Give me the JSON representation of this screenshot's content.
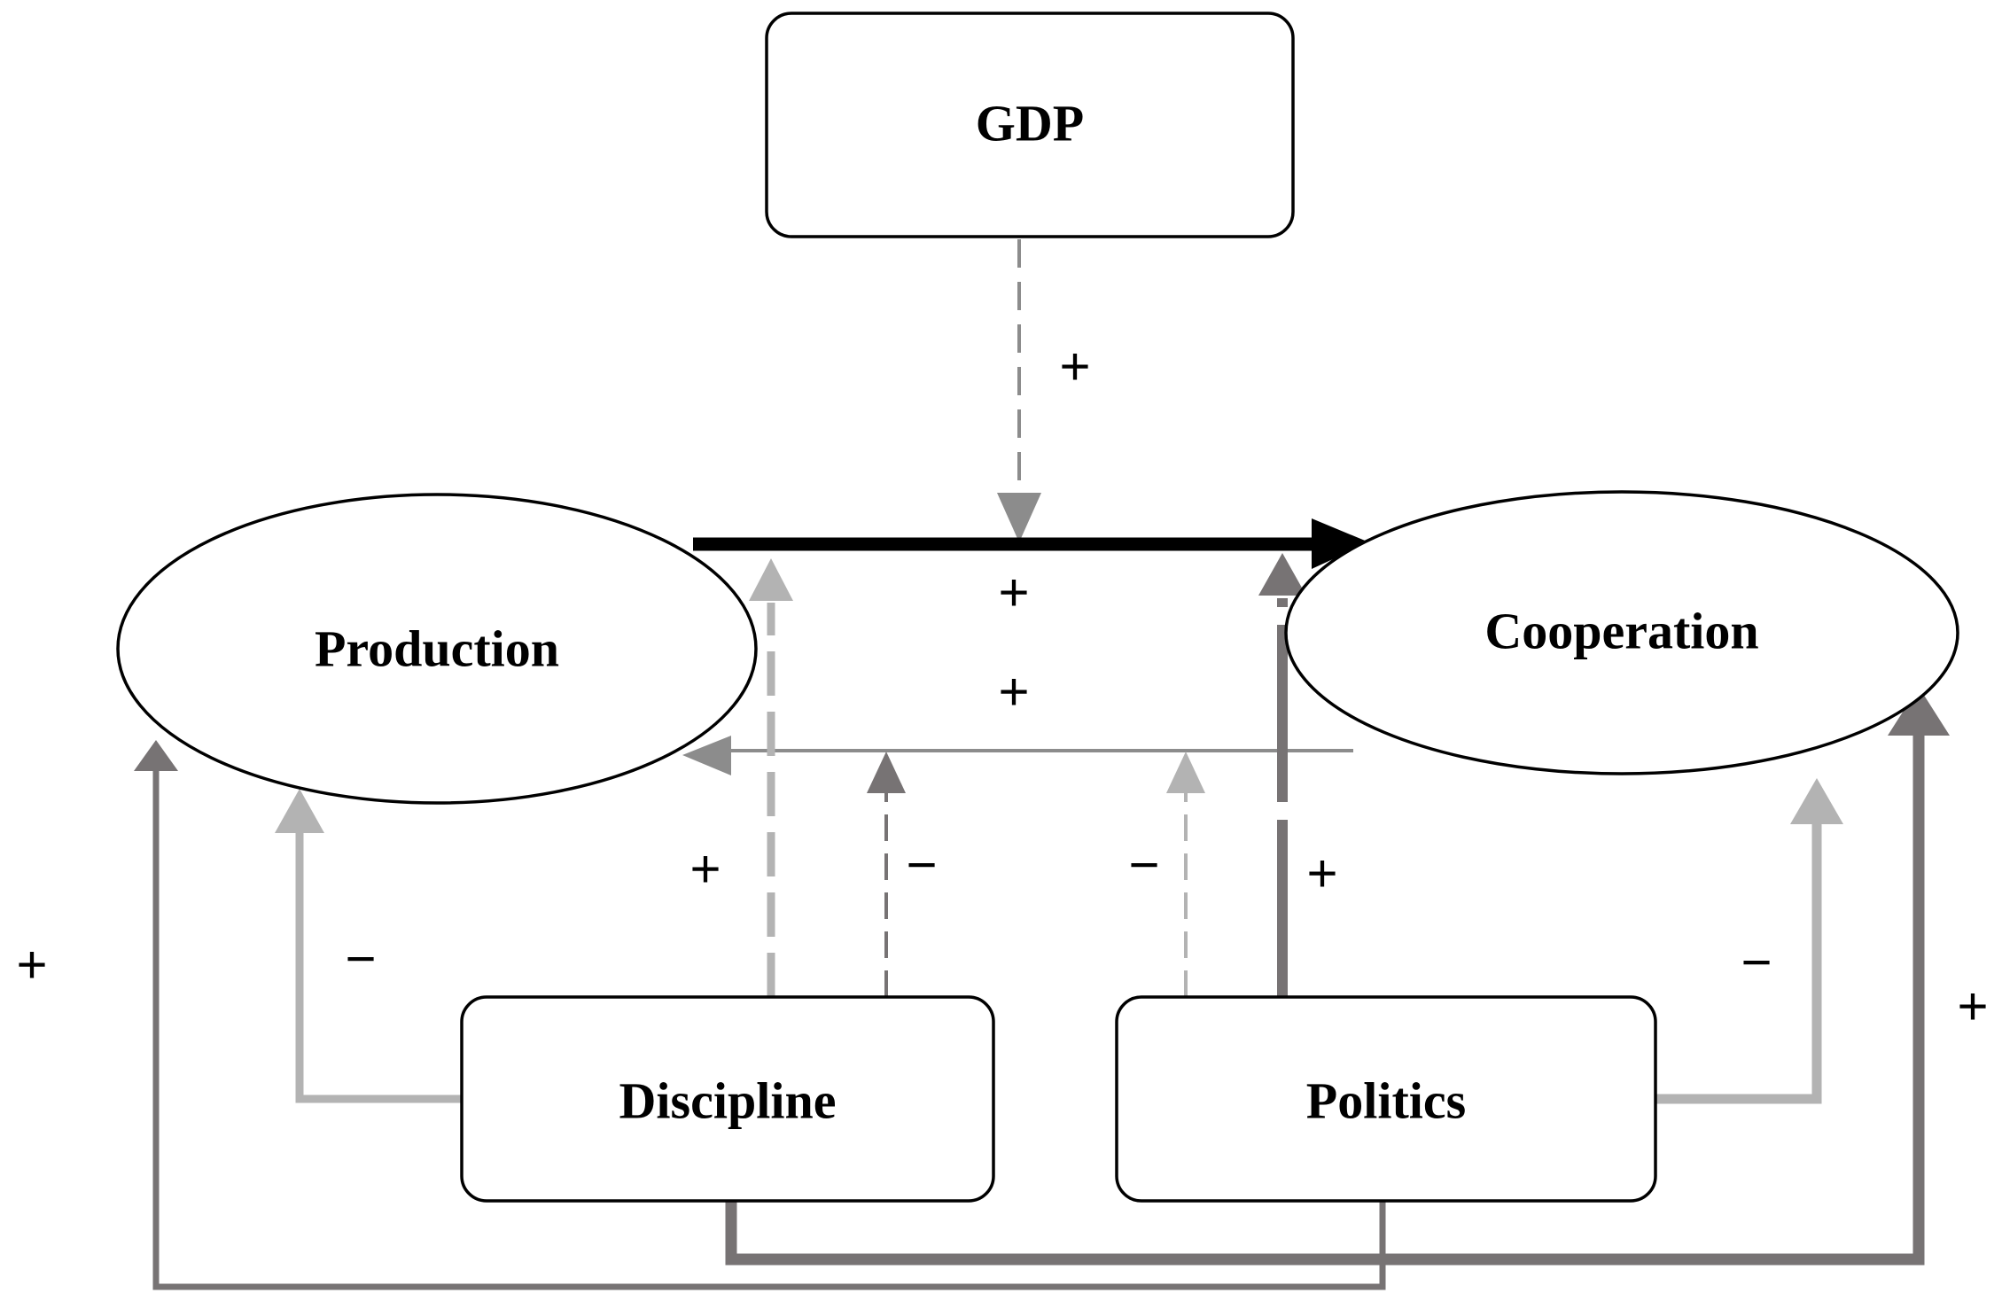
{
  "nodes": {
    "gdp": "GDP",
    "production": "Production",
    "cooperation": "Cooperation",
    "discipline": "Discipline",
    "politics": "Politics"
  },
  "signs": {
    "gdp_moderation": "+",
    "main_upper": "+",
    "main_lower": "+",
    "discipline_mod_plus": "+",
    "discipline_mod_minus": "−",
    "politics_mod_minus": "−",
    "politics_mod_plus": "+",
    "discipline_to_production": "−",
    "discipline_to_cooperation": "+",
    "politics_to_cooperation": "−",
    "politics_to_production": "+"
  },
  "colors": {
    "black": "#000000",
    "dark_gray": "#777374",
    "mid_gray": "#8c8c8c",
    "light_gray": "#b3b3b3"
  }
}
